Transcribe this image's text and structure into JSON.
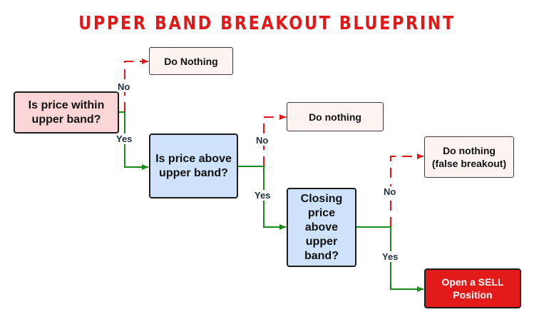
{
  "title": "UPPER BAND BREAKOUT BLUEPRINT",
  "colors": {
    "title": "#e01818",
    "yes_line": "#1a8a1a",
    "no_line": "#e01818",
    "decision_1_fill": "#fcd6d6",
    "decision_fill": "#cfe2fb",
    "outcome_fill": "#fdf3f1",
    "action_fill": "#e21a1a"
  },
  "nodes": {
    "q1": {
      "line1": "Is price within",
      "line2": "upper band?"
    },
    "q2": {
      "line1": "Is price above",
      "line2": "upper band?"
    },
    "q3": {
      "line1": "Closing",
      "line2": "price",
      "line3": "above",
      "line4": "upper",
      "line5": "band?"
    },
    "out1": {
      "text": "Do Nothing"
    },
    "out2": {
      "text": "Do nothing"
    },
    "out3": {
      "line1": "Do nothing",
      "line2": "(false breakout)"
    },
    "action": {
      "line1": "Open a SELL",
      "line2": "Position"
    }
  },
  "edges": {
    "q1_no": "No",
    "q1_yes": "Yes",
    "q2_no": "No",
    "q2_yes": "Yes",
    "q3_no": "No",
    "q3_yes": "Yes"
  }
}
